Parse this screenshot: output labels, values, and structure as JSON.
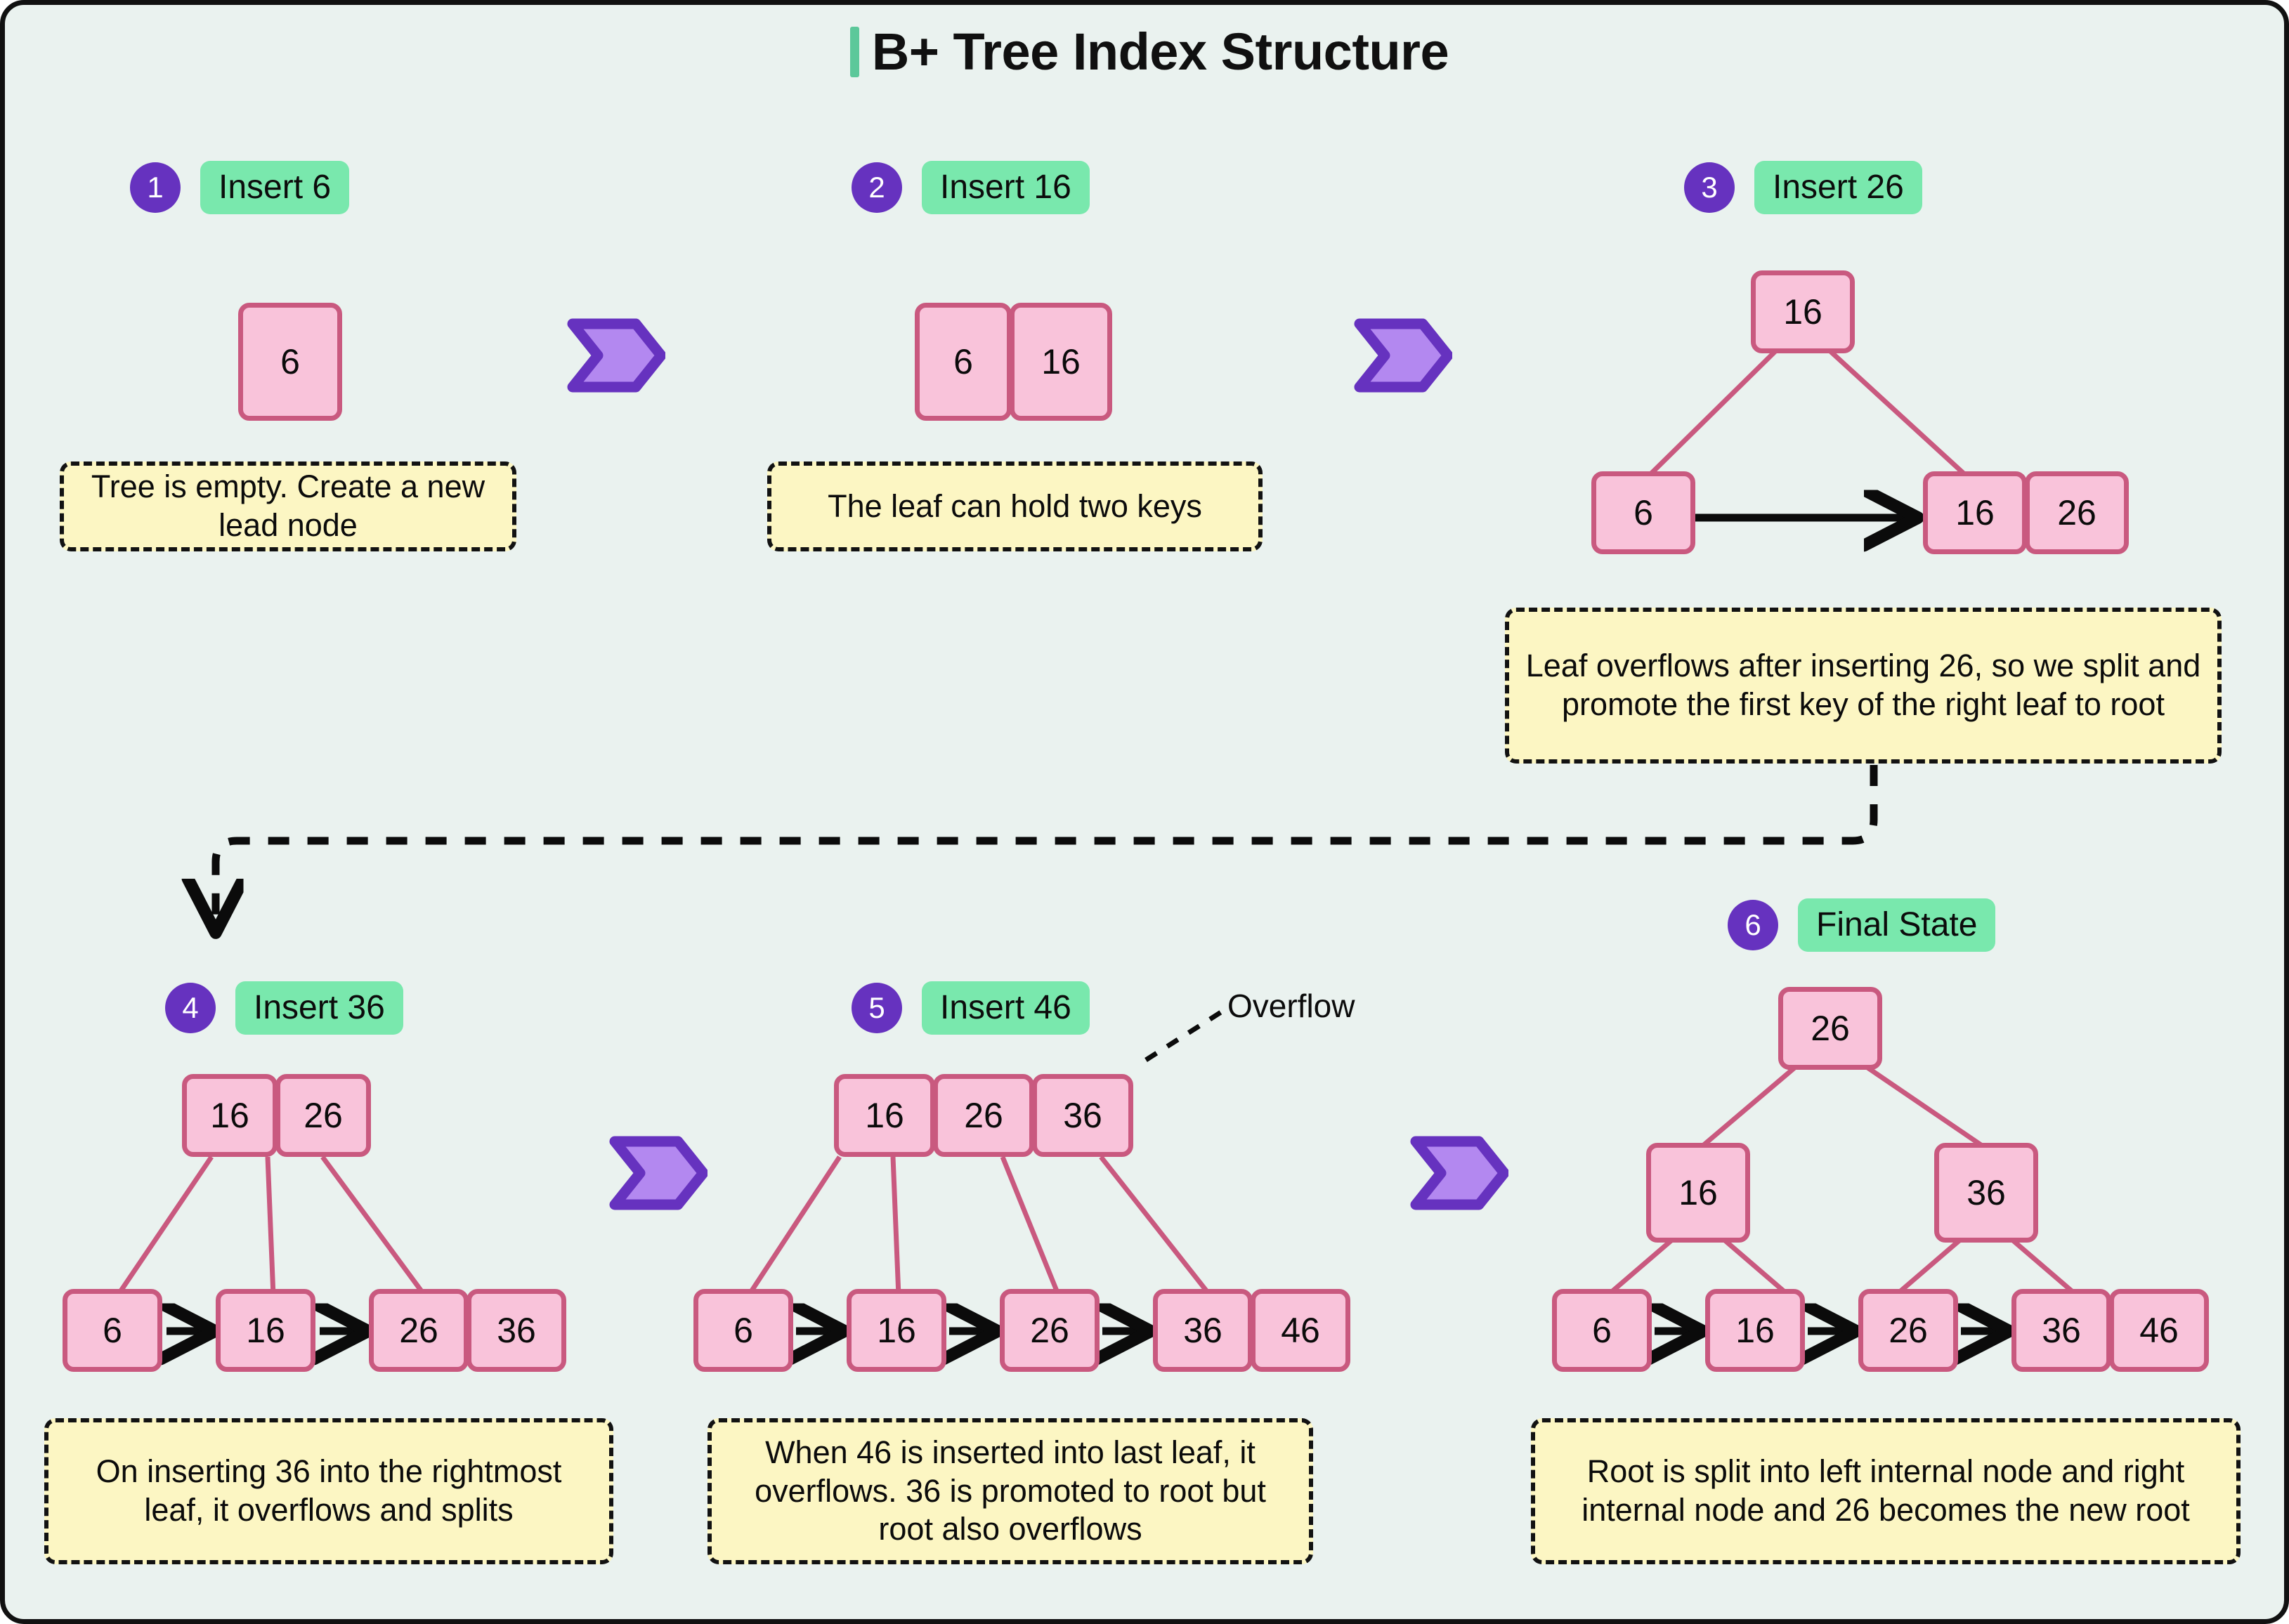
{
  "title": "B+ Tree Index Structure",
  "accent_colors": {
    "title_bar": "#5cc89a",
    "step_circle": "#6632bf",
    "step_badge": "#79e8ad",
    "node_fill": "#f9c3da",
    "node_border": "#c9597f",
    "note_fill": "#fcf6c3",
    "chevron_fill": "#b388f0",
    "chevron_border": "#6632bf",
    "canvas_bg": "#eaf2ef",
    "frame": "#111111"
  },
  "steps": [
    {
      "number": "1",
      "badge": "Insert 6",
      "note": "Tree is empty. Create a new lead node",
      "tree": {
        "levels": [
          {
            "nodes": [
              [
                "6"
              ]
            ]
          }
        ]
      }
    },
    {
      "number": "2",
      "badge": "Insert 16",
      "note": "The leaf can hold two keys",
      "tree": {
        "levels": [
          {
            "nodes": [
              [
                "6",
                "16"
              ]
            ]
          }
        ]
      }
    },
    {
      "number": "3",
      "badge": "Insert 26",
      "note": "Leaf overflows after inserting 26, so we split and promote the first key of the right leaf to root",
      "tree": {
        "levels": [
          {
            "nodes": [
              [
                "16"
              ]
            ]
          },
          {
            "nodes": [
              [
                "6"
              ],
              [
                "16",
                "26"
              ]
            ]
          }
        ]
      }
    },
    {
      "number": "4",
      "badge": "Insert 36",
      "note": "On inserting 36 into the rightmost leaf, it overflows and splits",
      "tree": {
        "levels": [
          {
            "nodes": [
              [
                "16",
                "26"
              ]
            ]
          },
          {
            "nodes": [
              [
                "6"
              ],
              [
                "16"
              ],
              [
                "26",
                "36"
              ]
            ]
          }
        ]
      }
    },
    {
      "number": "5",
      "badge": "Insert 46",
      "note": "When 46 is inserted into last leaf, it overflows. 36 is promoted to root but root also overflows",
      "callout": "Overflow",
      "tree": {
        "levels": [
          {
            "nodes": [
              [
                "16",
                "26",
                "36"
              ]
            ]
          },
          {
            "nodes": [
              [
                "6"
              ],
              [
                "16"
              ],
              [
                "26"
              ],
              [
                "36",
                "46"
              ]
            ]
          }
        ]
      }
    },
    {
      "number": "6",
      "badge": "Final State",
      "note": "Root is split into left internal node and right internal node and 26 becomes the new root",
      "tree": {
        "levels": [
          {
            "nodes": [
              [
                "26"
              ]
            ]
          },
          {
            "nodes": [
              [
                "16"
              ],
              [
                "36"
              ]
            ]
          },
          {
            "nodes": [
              [
                "6"
              ],
              [
                "16"
              ],
              [
                "26"
              ],
              [
                "36",
                "46"
              ]
            ]
          }
        ]
      }
    }
  ]
}
